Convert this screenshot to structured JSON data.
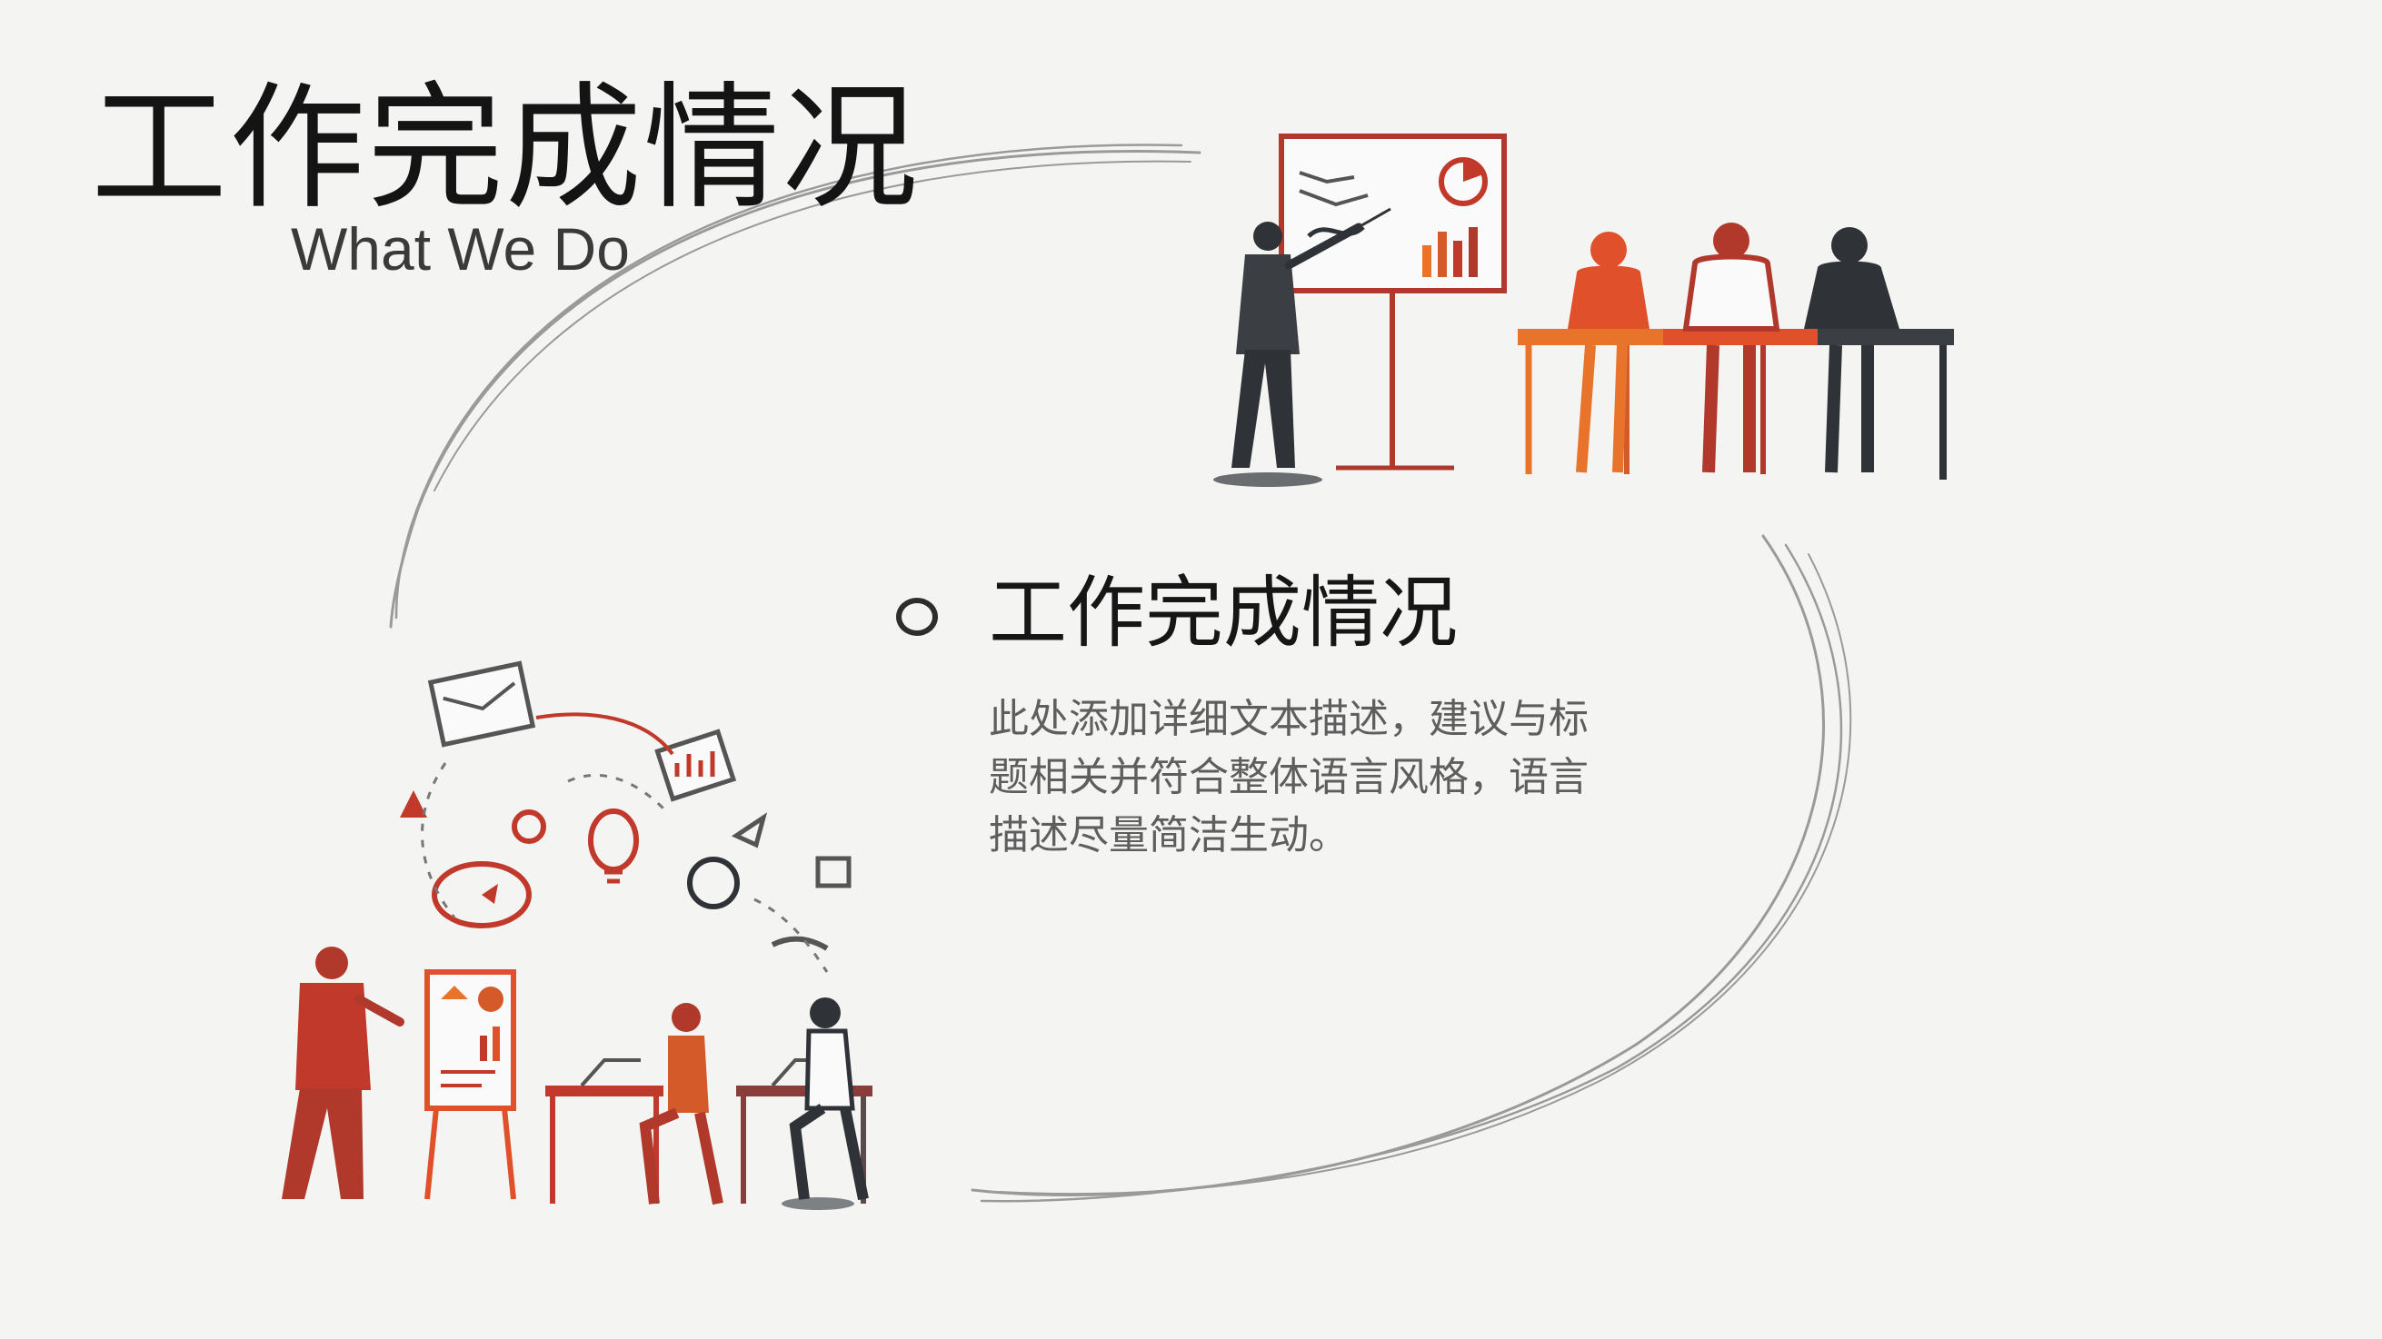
{
  "header": {
    "title": "工作完成情况",
    "subtitle": "What We Do"
  },
  "section": {
    "title": "工作完成情况",
    "description": "此处添加详细文本描述，建议与标题相关并符合整体语言风格，语言描述尽量简洁生动。"
  },
  "colors": {
    "background": "#f4f4f3",
    "accent_red": "#c0392b",
    "accent_orange": "#e8742c",
    "ink": "#2f3338",
    "sketch_line": "#9a9a9a"
  },
  "icons": {
    "presentation": "presentation-illustration",
    "brainstorm": "brainstorm-illustration",
    "bullet": "ring-bullet-icon"
  }
}
